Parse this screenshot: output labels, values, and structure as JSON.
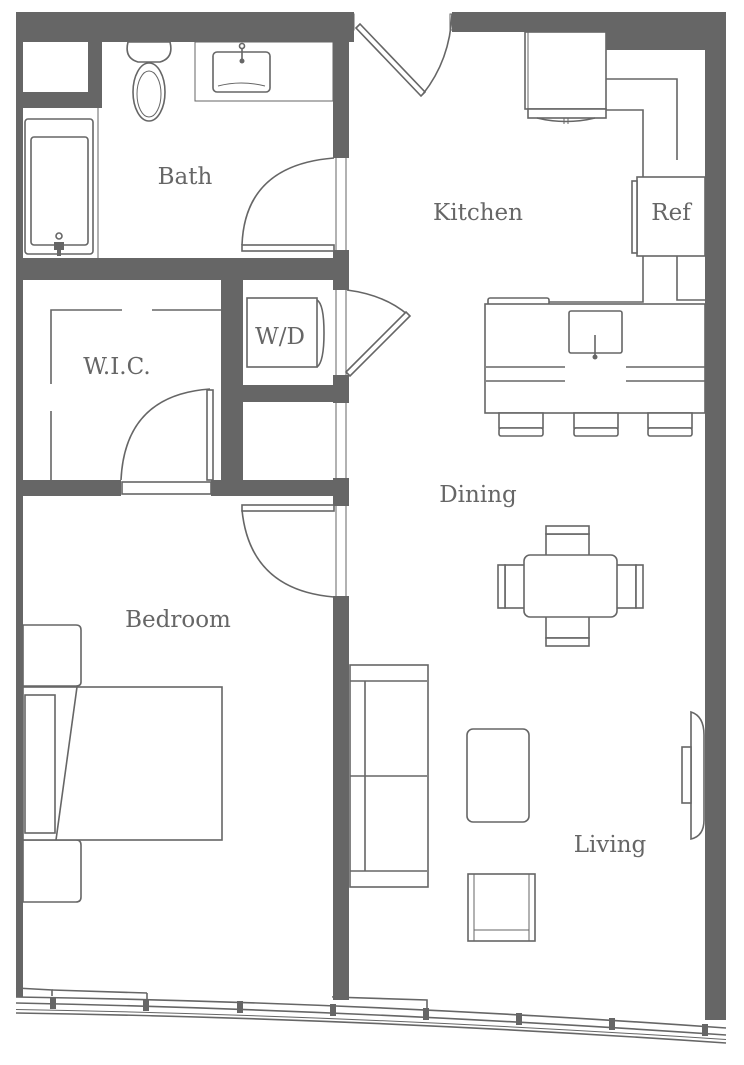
{
  "floorplan": {
    "colors": {
      "wall": "#666666",
      "background": "#ffffff"
    },
    "rooms": [
      {
        "id": "bath",
        "label": "Bath"
      },
      {
        "id": "kitchen",
        "label": "Kitchen"
      },
      {
        "id": "ref",
        "label": "Ref"
      },
      {
        "id": "wic",
        "label": "W.I.C."
      },
      {
        "id": "wd",
        "label": "W/D"
      },
      {
        "id": "dining",
        "label": "Dining"
      },
      {
        "id": "bedroom",
        "label": "Bedroom"
      },
      {
        "id": "living",
        "label": "Living"
      }
    ],
    "fixtures": [
      "toilet",
      "bathroom-sink",
      "bathtub",
      "range",
      "refrigerator",
      "kitchen-island",
      "kitchen-sink",
      "bar-stools",
      "dining-table",
      "dining-chairs",
      "washer-dryer",
      "bed",
      "nightstands",
      "sofa",
      "coffee-table",
      "armchair",
      "tv",
      "balcony-railing"
    ]
  }
}
